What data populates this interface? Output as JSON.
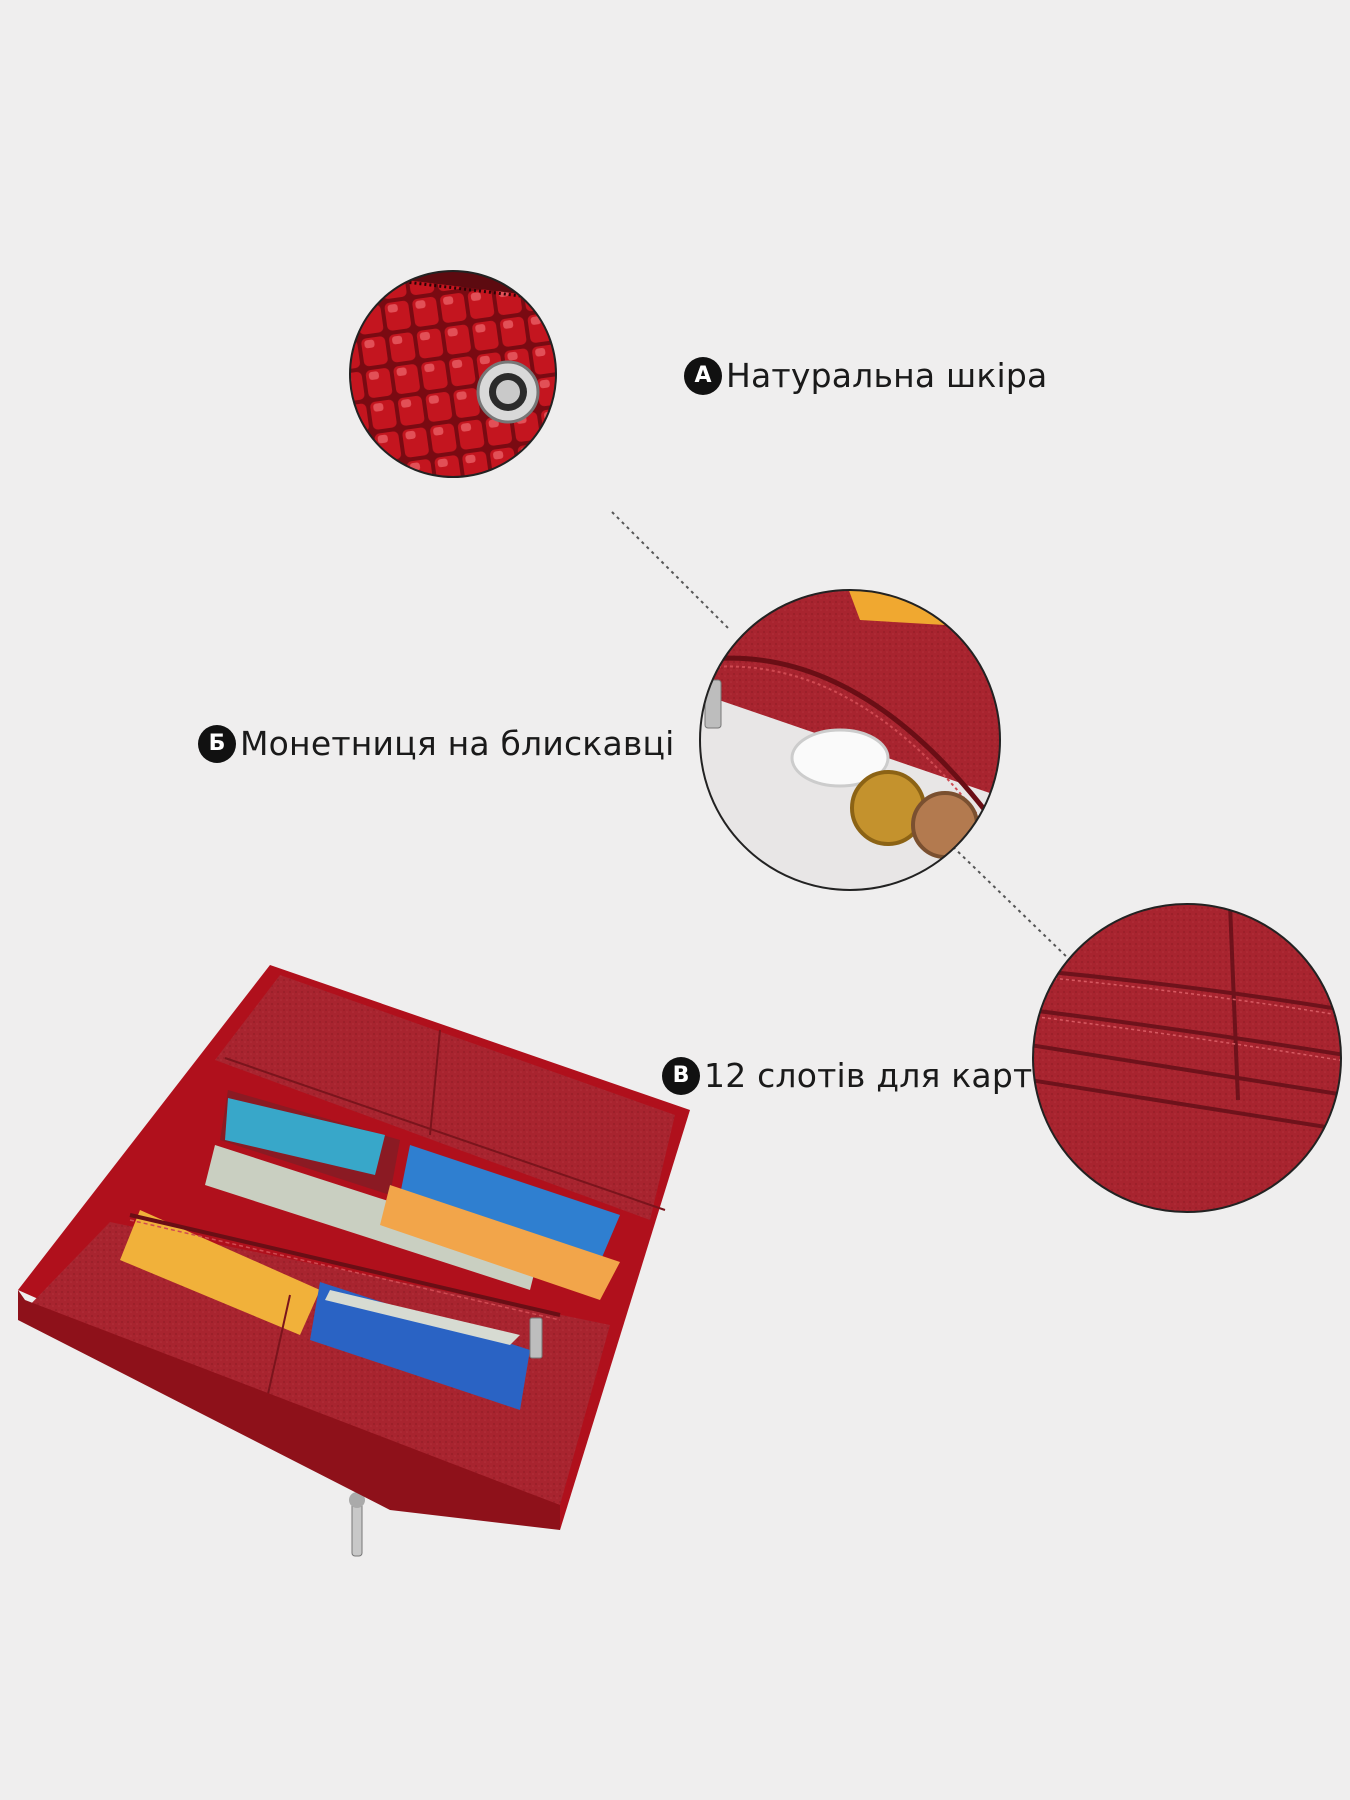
{
  "features": [
    {
      "badge": "A",
      "text": "Натуральна шкіра"
    },
    {
      "badge": "Б",
      "text": "Монетниця на блискавці"
    },
    {
      "badge": "B",
      "text": "12 слотів для карт"
    }
  ],
  "colors": {
    "background": "#efeeee",
    "leather": "#a8242f",
    "leather_dark": "#7e1820",
    "lacquer": "#b0101c",
    "badge": "#111111"
  },
  "icons": {
    "logo": "st-leather-accessories-logo"
  }
}
